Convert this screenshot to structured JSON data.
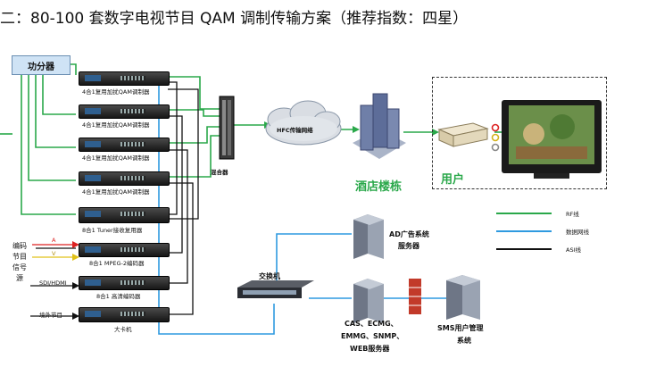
{
  "title": "二：80-100 套数字电视节目 QAM 调制传输方案（推荐指数：四星）",
  "splitter": "功分器",
  "modulators": [
    "4合1复用加扰QAM调制器",
    "4合1复用加扰QAM调制器",
    "4合1复用加扰QAM调制器",
    "4合1复用加扰QAM调制器"
  ],
  "tuner": "8合1 Tuner接收复用器",
  "mpeg_encoder": "8合1 MPEG-2编码器",
  "hd_encoder": "8合1 高清编码器",
  "big_card": "大卡机",
  "mixer": "混合器",
  "hfc": "HFC传输网络",
  "hotel": "酒店楼栋",
  "user": "用户",
  "left_labels": {
    "source_chars": [
      "编码",
      "节目",
      "信号",
      "源"
    ],
    "a": "A",
    "v": "V",
    "sdi": "SDI/HDMI",
    "foreign": "境外节目"
  },
  "switch": "交换机",
  "ad_server": [
    "AD广告系统",
    "服务器"
  ],
  "cas_server": [
    "CAS、ECMG、",
    "EMMG、SNMP、",
    "WEB服务器"
  ],
  "sms": [
    "SMS用户管理",
    "系统"
  ],
  "legend": [
    {
      "label": "RF线",
      "color": "#2aa84a"
    },
    {
      "label": "数据网线",
      "color": "#2f9ae0"
    },
    {
      "label": "ASI线",
      "color": "#111111"
    }
  ],
  "colors": {
    "rf": "#2aa84a",
    "data": "#2f9ae0",
    "asi": "#111111"
  }
}
